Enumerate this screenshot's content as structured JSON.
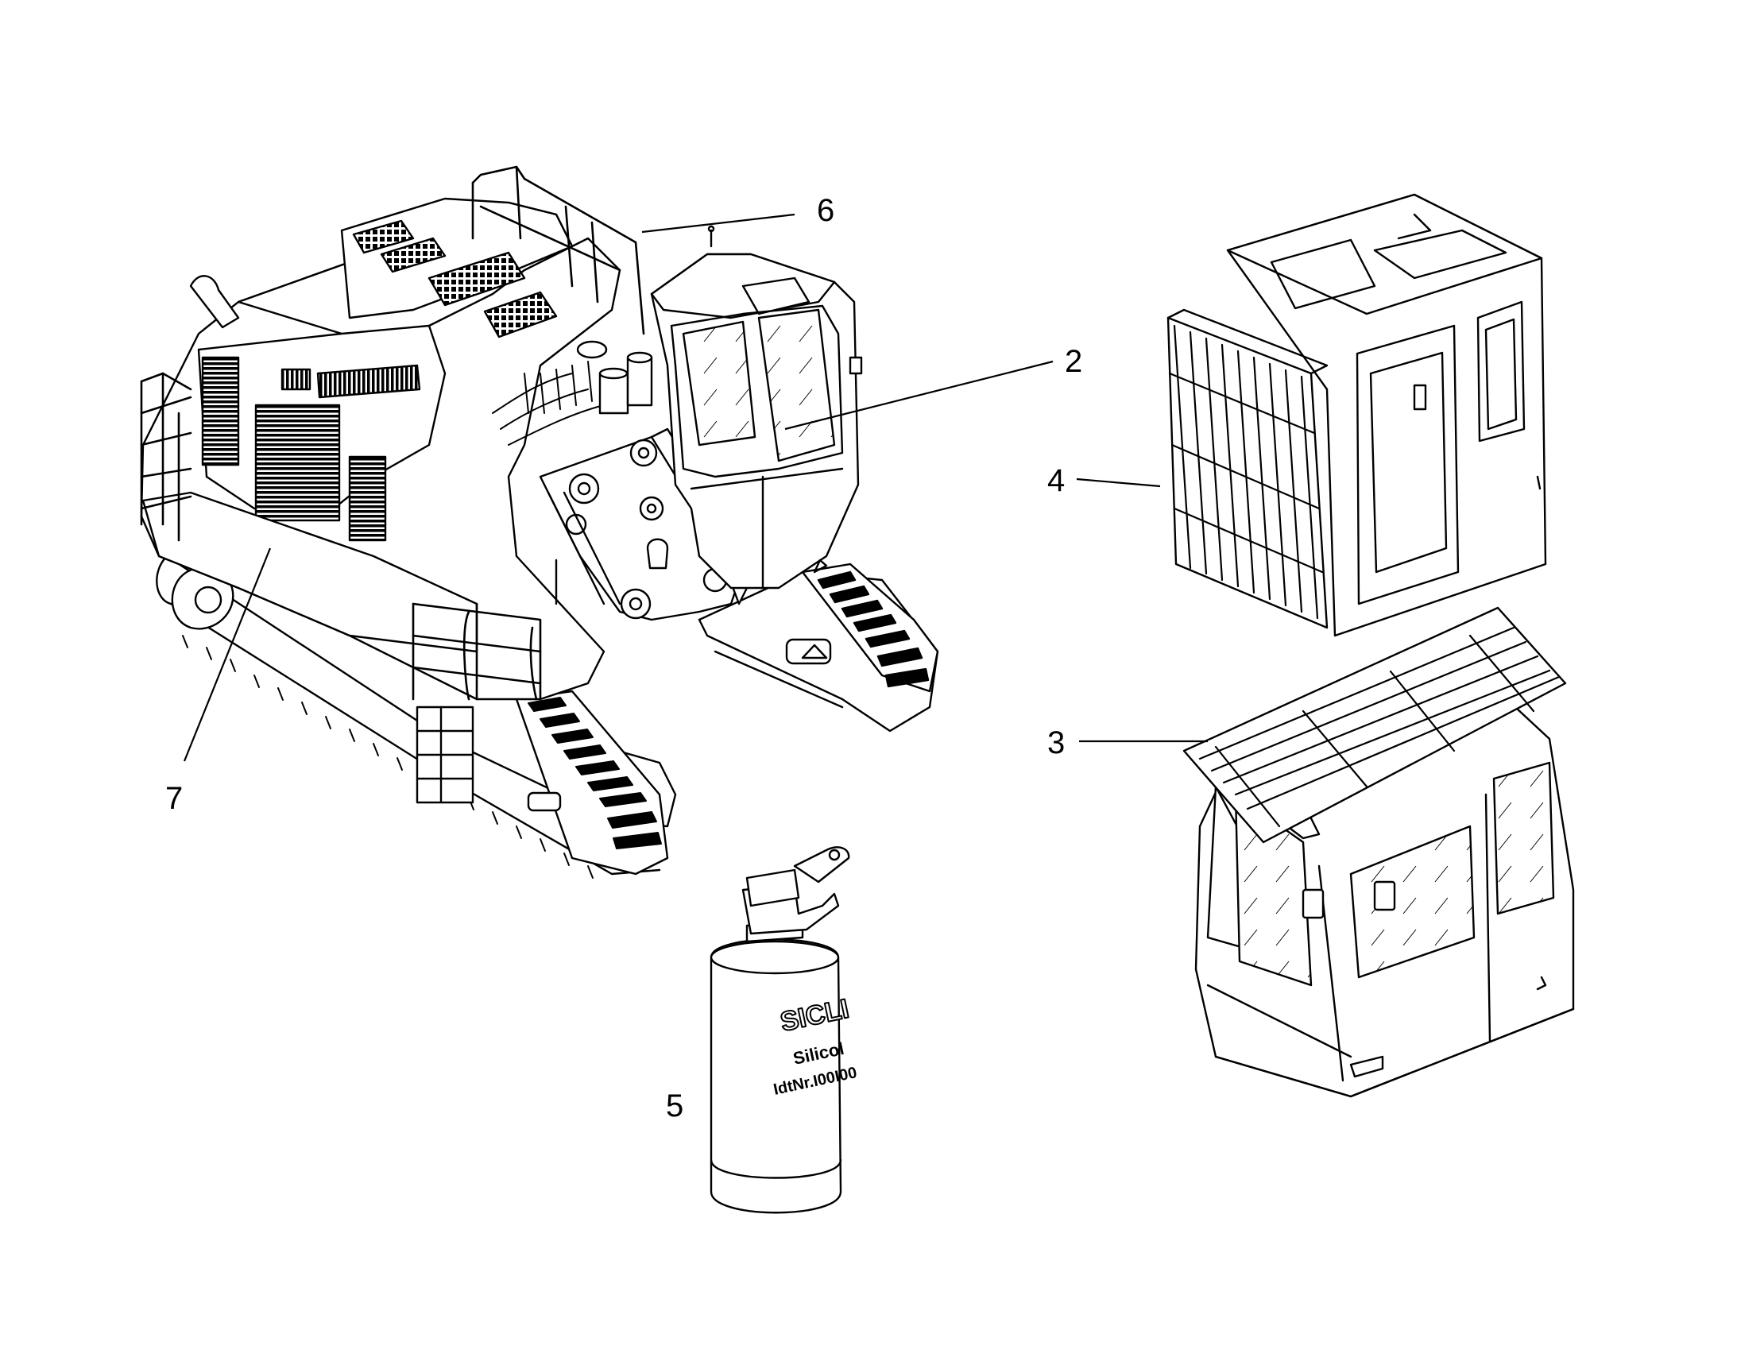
{
  "callouts": [
    {
      "id": "2",
      "label": "2"
    },
    {
      "id": "3",
      "label": "3"
    },
    {
      "id": "4",
      "label": "4"
    },
    {
      "id": "5",
      "label": "5"
    },
    {
      "id": "6",
      "label": "6"
    },
    {
      "id": "7",
      "label": "7"
    }
  ],
  "extinguisher": {
    "brand": "SICLI",
    "agent": "Silicol",
    "ident": "IdtNr.I00I00"
  },
  "colors": {
    "line": "#000000",
    "background": "#ffffff"
  }
}
